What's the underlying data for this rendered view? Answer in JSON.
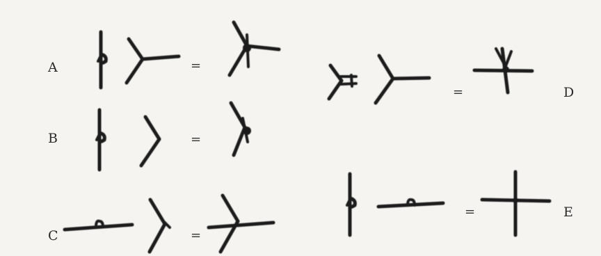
{
  "labels": {
    "a": "A",
    "b": "B",
    "c": "C",
    "d": "D",
    "e": "E"
  },
  "equals_sign": "=",
  "colors": {
    "background": "#f5f4f1",
    "piece": "#1b1b1b",
    "text": "#2a2a2a"
  },
  "rows": [
    {
      "label": "A",
      "pieces": [
        "straight-connector-with-clip",
        "three-way-connector"
      ],
      "result": "joined-connector"
    },
    {
      "label": "B",
      "pieces": [
        "straight-connector-with-clip",
        "elbow-connector"
      ],
      "result": "joined-connector"
    },
    {
      "label": "C",
      "pieces": [
        "straight-connector-with-clip",
        "elbow-connector"
      ],
      "result": "three-way-connector"
    },
    {
      "label": "D",
      "pieces": [
        "three-way-connector-with-clip",
        "three-way-connector"
      ],
      "result": "joined-connector"
    },
    {
      "label": "E",
      "pieces": [
        "straight-connector-with-clip",
        "straight-connector-with-clip"
      ],
      "result": "cross-connector"
    }
  ]
}
